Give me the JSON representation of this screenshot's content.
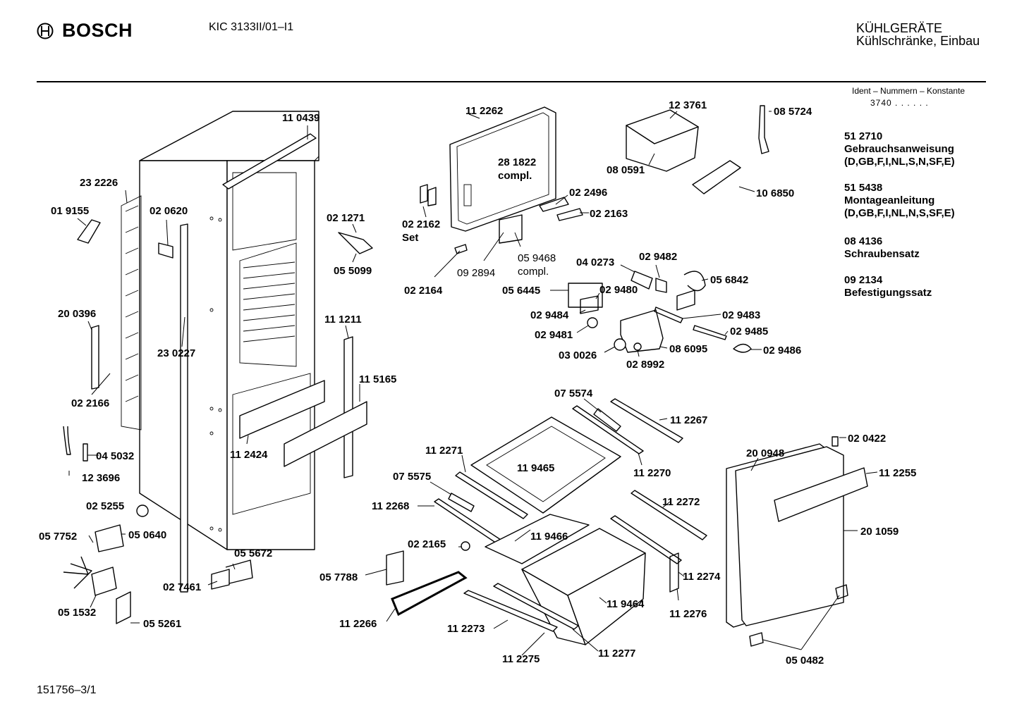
{
  "header": {
    "brand": "BOSCH",
    "model": "KIC 3133II/01–I1",
    "category_line1": "KÜHLGERÄTE",
    "category_line2": "Kühlschränke, Einbau"
  },
  "ident": {
    "title": "Ident – Nummern – Konstante",
    "value": "3740  .  .  .  .  .  ."
  },
  "accessories": [
    {
      "number": "51 2710",
      "name": "Gebrauchsanweisung",
      "langs": "(D,GB,F,I,NL,S,N,SF,E)"
    },
    {
      "number": "51 5438",
      "name": "Montageanleitung",
      "langs": "(D,GB,F,I,NL,N,S,SF,E)"
    },
    {
      "number": "08 4136",
      "name": "Schraubensatz",
      "langs": ""
    },
    {
      "number": "09 2134",
      "name": "Befestigungssatz",
      "langs": ""
    }
  ],
  "footer": "151756–3/1",
  "parts": {
    "p110439": "11 0439",
    "p232226": "23 2226",
    "p019155": "01 9155",
    "p020620": "02 0620",
    "p200396": "20 0396",
    "p230227": "23 0227",
    "p022166": "02 2166",
    "p045032": "04 5032",
    "p123696": "12 3696",
    "p025255": "02 5255",
    "p057752": "05 7752",
    "p050640": "05 0640",
    "p051532": "05 1532",
    "p055261": "05 5261",
    "p027461": "02 7461",
    "p055672": "05 5672",
    "p112424": "11 2424",
    "p111211": "11 1211",
    "p115165": "11 5165",
    "p021271": "02 1271",
    "p055099": "05 5099",
    "p112262": "11 2262",
    "p281822a": "28 1822",
    "p281822b": "compl.",
    "p022162a": "02 2162",
    "p022162b": "Set",
    "p022164": "02 2164",
    "p092894": "09 2894",
    "p059468a": "05 9468",
    "p059468b": "compl.",
    "p022496": "02 2496",
    "p022163": "02 2163",
    "p123761": "12 3761",
    "p080591": "08 0591",
    "p085724": "08 5724",
    "p106850": "10 6850",
    "p040273": "04 0273",
    "p029482": "02 9482",
    "p056842": "05 6842",
    "p056445": "05 6445",
    "p029480": "02 9480",
    "p029484": "02 9484",
    "p029483": "02 9483",
    "p029481": "02 9481",
    "p029485": "02 9485",
    "p030026": "03 0026",
    "p086095": "08 6095",
    "p029486": "02 9486",
    "p028992": "02 8992",
    "p075574": "07 5574",
    "p112267": "11 2267",
    "p112271": "11 2271",
    "p119465": "11 9465",
    "p112270": "11 2270",
    "p075575": "07 5575",
    "p112268": "11 2268",
    "p119466": "11 9466",
    "p022165": "02 2165",
    "p057788": "05 7788",
    "p112266": "11 2266",
    "p112273": "11 2273",
    "p112275": "11 2275",
    "p119464": "11 9464",
    "p112277": "11 2277",
    "p112272": "11 2272",
    "p112274": "11 2274",
    "p112276": "11 2276",
    "p020422": "02 0422",
    "p200948": "20 0948",
    "p112255": "11 2255",
    "p201059": "20 1059",
    "p050482": "05 0482"
  }
}
